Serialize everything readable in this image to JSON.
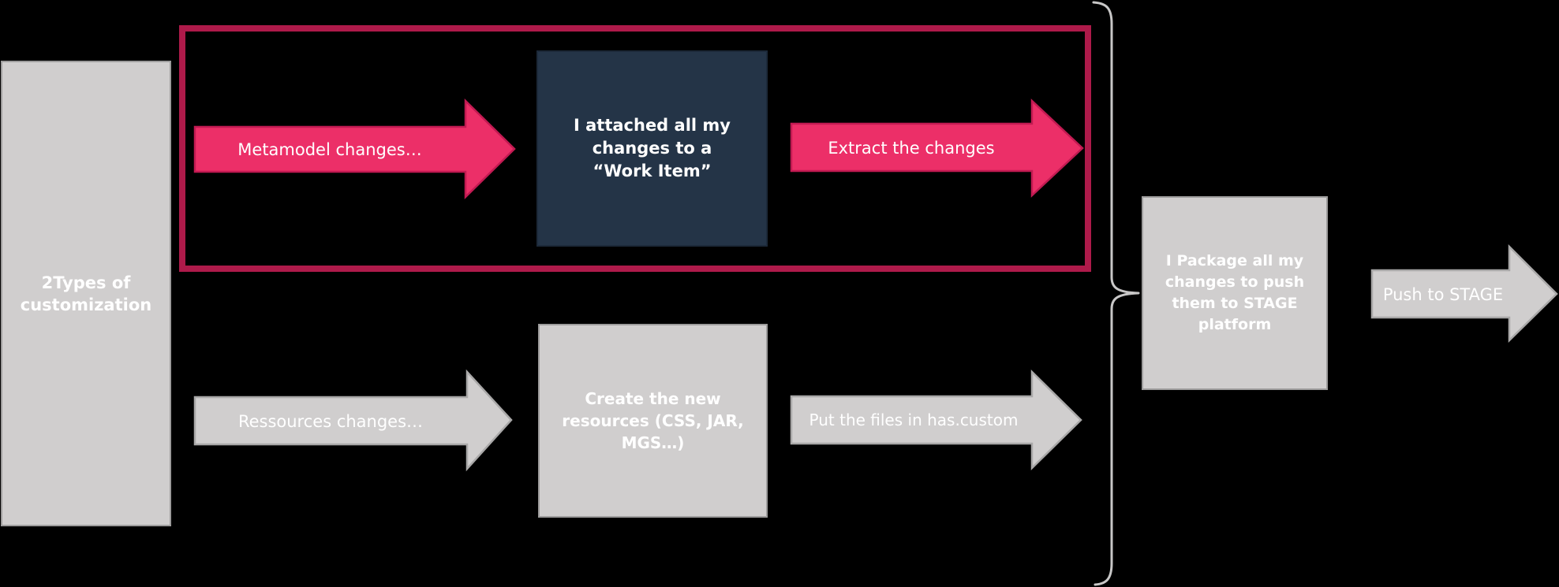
{
  "diagram": {
    "background_color": "#000000",
    "colors": {
      "accent_pink": "#EC2F68",
      "accent_pink_border": "#C21A52",
      "highlight_outline": "#AE1A4A",
      "navy_box": "#243447",
      "gray_shape": "#D0CECE",
      "gray_border": "#9D9C9C",
      "brace_gray": "#C8C7C7",
      "text_white": "#FFFFFF"
    },
    "nodes": {
      "types_box": {
        "lines": [
          "2Types of",
          "customization"
        ]
      },
      "metamodel_arrow": {
        "label": "Metamodel changes…"
      },
      "workitem_box": {
        "lines": [
          "I attached all my",
          "changes to a",
          "“Work Item”"
        ]
      },
      "extract_arrow": {
        "label": "Extract the changes"
      },
      "package_box": {
        "lines": [
          "I Package all my",
          "changes to push",
          "them to STAGE",
          "platform"
        ]
      },
      "push_arrow": {
        "label": "Push to STAGE"
      },
      "ressources_arrow": {
        "label": "Ressources changes…"
      },
      "create_box": {
        "lines": [
          "Create the new",
          "resources (CSS, JAR,",
          "MGS…)"
        ]
      },
      "put_arrow": {
        "label": "Put the files in has.custom"
      }
    }
  }
}
